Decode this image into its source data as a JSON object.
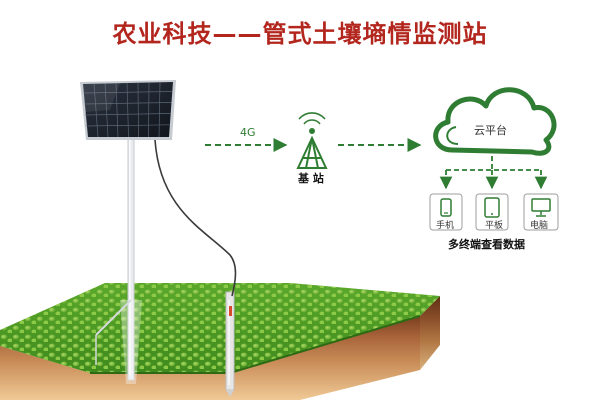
{
  "title": "农业科技——管式土壤墒情监测站",
  "labels": {
    "link_4g": "4G",
    "base_station": "基 站",
    "cloud_platform": "云平台",
    "phone": "手机",
    "tablet": "平板",
    "computer": "电脑",
    "multi_terminal": "多终端查看数据"
  },
  "colors": {
    "title": "#b3261e",
    "accent_green": "#2e7d32",
    "grass": "#7cc242",
    "soil_top": "#a9643a",
    "soil_mid": "#c98d58",
    "soil_bottom": "#f0c996"
  },
  "icons": {
    "tower": "radio-tower-icon",
    "cloud": "cloud-icon",
    "phone": "smartphone-icon",
    "tablet": "tablet-icon",
    "computer": "monitor-icon"
  }
}
